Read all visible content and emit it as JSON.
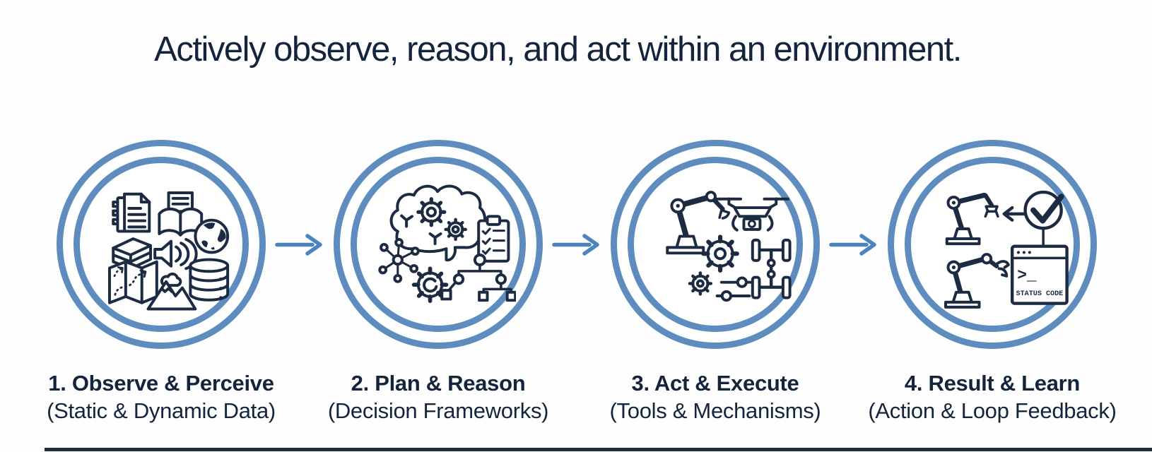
{
  "page": {
    "title": "Actively observe, reason, and act within an environment."
  },
  "steps": [
    {
      "title": "1. Observe & Perceive",
      "subtitle": "(Static & Dynamic Data)",
      "icons": [
        "documents-icon",
        "open-book-icon",
        "globe-icon",
        "book-stack-icon",
        "audio-icon",
        "database-icon",
        "map-route-icon",
        "mountain-icon"
      ]
    },
    {
      "title": "2. Plan & Reason",
      "subtitle": "(Decision Frameworks)",
      "icons": [
        "brain-gears-icon",
        "checklist-icon",
        "network-icon",
        "gear-icon",
        "hierarchy-icon"
      ]
    },
    {
      "title": "3. Act & Execute",
      "subtitle": "(Tools & Mechanisms)",
      "icons": [
        "robot-arm-icon",
        "drone-icon",
        "gear-icon",
        "small-gear-icon",
        "sliders-icon",
        "chassis-icon"
      ]
    },
    {
      "title": "4. Result & Learn",
      "subtitle": "(Action & Loop Feedback)",
      "icons": [
        "robot-arm-icon",
        "left-arrow-icon",
        "check-circle-icon",
        "robot-arm-icon",
        "terminal-icon"
      ],
      "terminal_prompt": ">_",
      "terminal_label": "STATUS CODE"
    }
  ],
  "colors": {
    "ring": "#5e8cbe",
    "arrow": "#4d83bd",
    "ink": "#1c2b42",
    "background": "#ffffff",
    "footer_line": "#202b3c"
  }
}
